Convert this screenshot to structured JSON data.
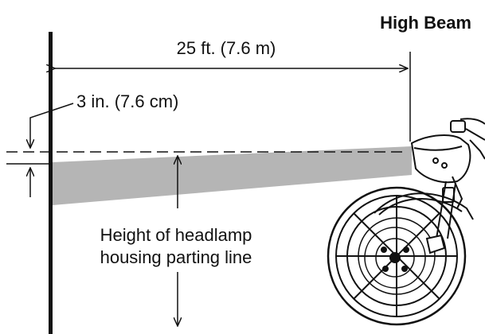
{
  "title": "High Beam",
  "distance_label": "25 ft. (7.6 m)",
  "drop_label": "3 in. (7.6 cm)",
  "height_label_line1": "Height of headlamp",
  "height_label_line2": "housing parting line",
  "icons": [
    "motorcycle-front-icon"
  ],
  "colors": {
    "ink": "#111111",
    "beam": "#b5b5b5",
    "background": "#ffffff"
  }
}
